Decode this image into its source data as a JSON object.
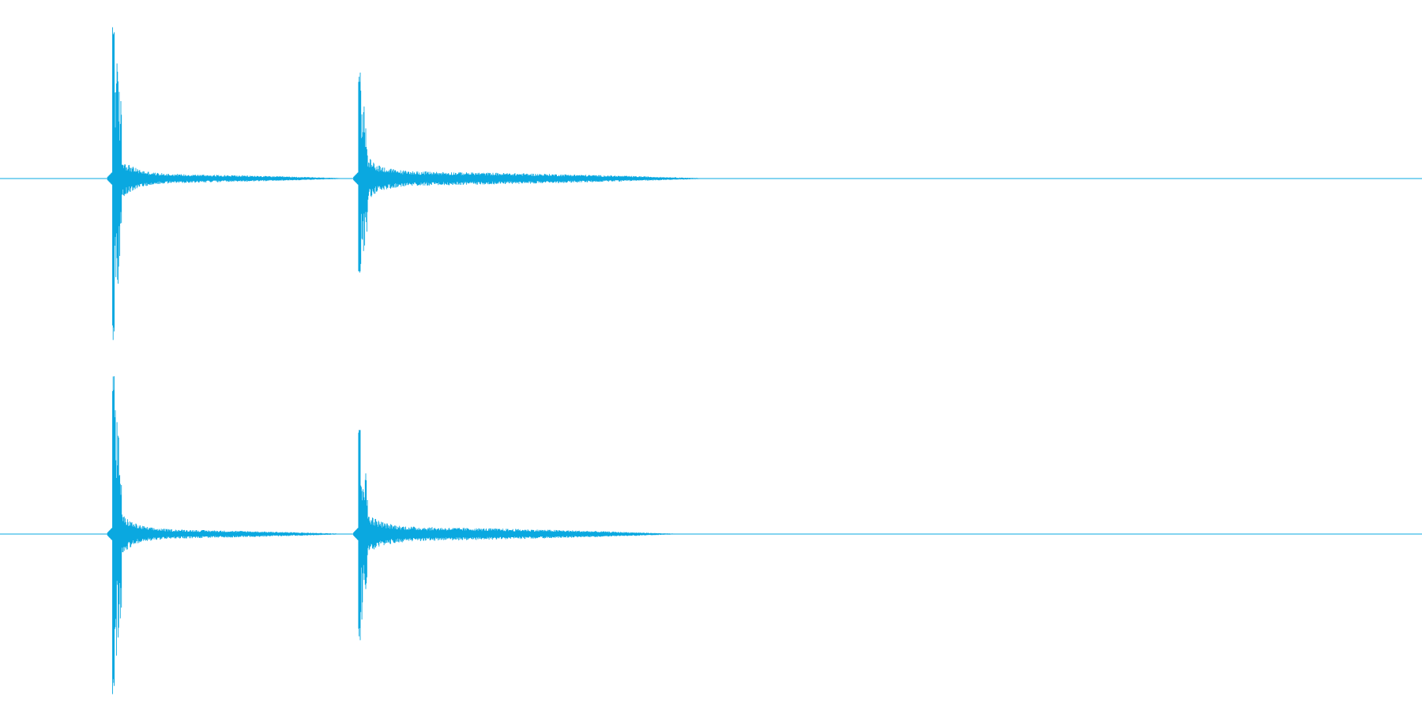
{
  "waveform": {
    "color": "#0aa8e0",
    "background": "#ffffff",
    "channels": [
      {
        "name": "",
        "events": [
          {
            "time_fraction": 0.079,
            "peak_up": 1.0,
            "peak_down": 1.0,
            "decay_length": 0.17,
            "tail_level": 0.03
          },
          {
            "time_fraction": 0.252,
            "peak_up": 0.68,
            "peak_down": 0.67,
            "decay_length": 0.25,
            "tail_level": 0.045
          }
        ]
      },
      {
        "name": "",
        "events": [
          {
            "time_fraction": 0.079,
            "peak_up": 1.0,
            "peak_down": 1.0,
            "decay_length": 0.17,
            "tail_level": 0.03
          },
          {
            "time_fraction": 0.252,
            "peak_up": 0.68,
            "peak_down": 0.67,
            "decay_length": 0.23,
            "tail_level": 0.045
          }
        ]
      }
    ]
  }
}
